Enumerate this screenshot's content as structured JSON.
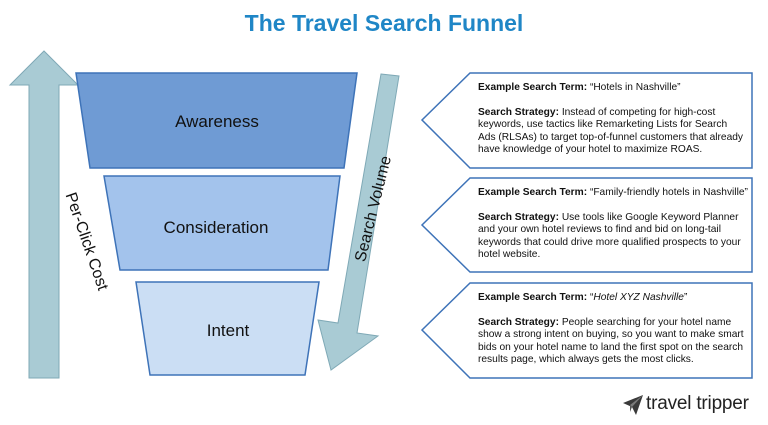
{
  "title": "The Travel Search Funnel",
  "funnel": {
    "stages": [
      {
        "label": "Awareness",
        "color": "#6f9bd4"
      },
      {
        "label": "Consideration",
        "color": "#a3c3ec"
      },
      {
        "label": "Intent",
        "color": "#cbdef4"
      }
    ],
    "border_color": "#3e73b8"
  },
  "arrows": {
    "left_label": "Per-Click Cost",
    "right_label": "Search Volume",
    "fill_color": "#a9cbd4",
    "stroke_color": "#7fa9b6"
  },
  "callouts": [
    {
      "term_label": "Example Search Term:",
      "term": "“Hotels in Nashville”",
      "strategy_label": "Search Strategy:",
      "strategy": "Instead of competing for high-cost keywords, use tactics like Remarketing Lists for Search Ads (RLSAs) to target top-of-funnel customers that already have knowledge of your hotel to maximize ROAS."
    },
    {
      "term_label": "Example Search Term:",
      "term": "“Family-friendly hotels in Nashville”",
      "strategy_label": "Search Strategy:",
      "strategy": "Use tools like Google Keyword Planner and your own hotel reviews to find and bid on long-tail keywords that could drive more qualified prospects to your hotel website."
    },
    {
      "term_label": "Example Search Term:",
      "term_prefix": "“",
      "term_italic": "Hotel XYZ Nashville",
      "term_suffix": "”",
      "strategy_label": "Search Strategy:",
      "strategy": "People searching for your hotel name show a strong intent on buying, so you want to make smart bids on your hotel name to land the first spot on the search results page, which always gets the most clicks."
    }
  ],
  "callout_border_color": "#3e73b8",
  "logo": {
    "text": "travel tripper",
    "icon": "paper-plane-icon"
  }
}
